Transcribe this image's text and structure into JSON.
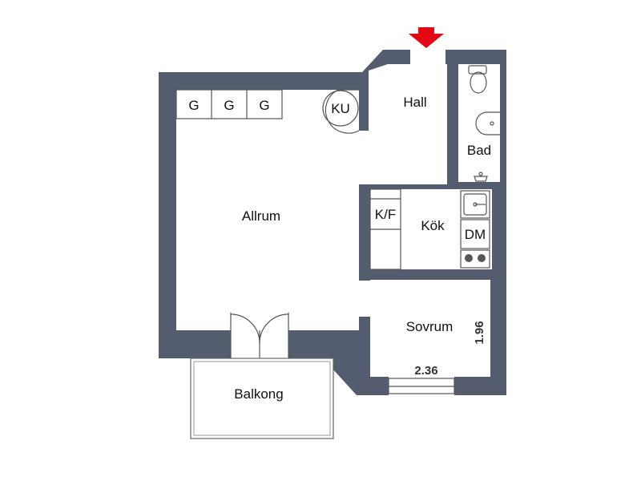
{
  "colors": {
    "wall": "#545D70",
    "floor": "#FFFFFF",
    "fixture_stroke": "#555555",
    "entrance_arrow": "#E30613",
    "fixture_fill": "#E9E9E9"
  },
  "rooms": {
    "allrum": "Allrum",
    "hall": "Hall",
    "bad": "Bad",
    "kok": "Kök",
    "sovrum": "Sovrum",
    "balkong": "Balkong"
  },
  "appliances": {
    "wardrobe_1": "G",
    "wardrobe_2": "G",
    "wardrobe_3": "G",
    "storage": "KU",
    "fridge_freezer": "K/F",
    "dishwasher": "DM"
  },
  "dimensions": {
    "sovrum_width": "2.36",
    "sovrum_depth": "1.96"
  },
  "icons": {
    "entrance": "entrance-arrow-icon",
    "toilet": "toilet-icon",
    "washbasin": "washbasin-icon",
    "shower": "shower-icon",
    "sink": "kitchen-sink-icon",
    "stove": "stove-icon"
  }
}
